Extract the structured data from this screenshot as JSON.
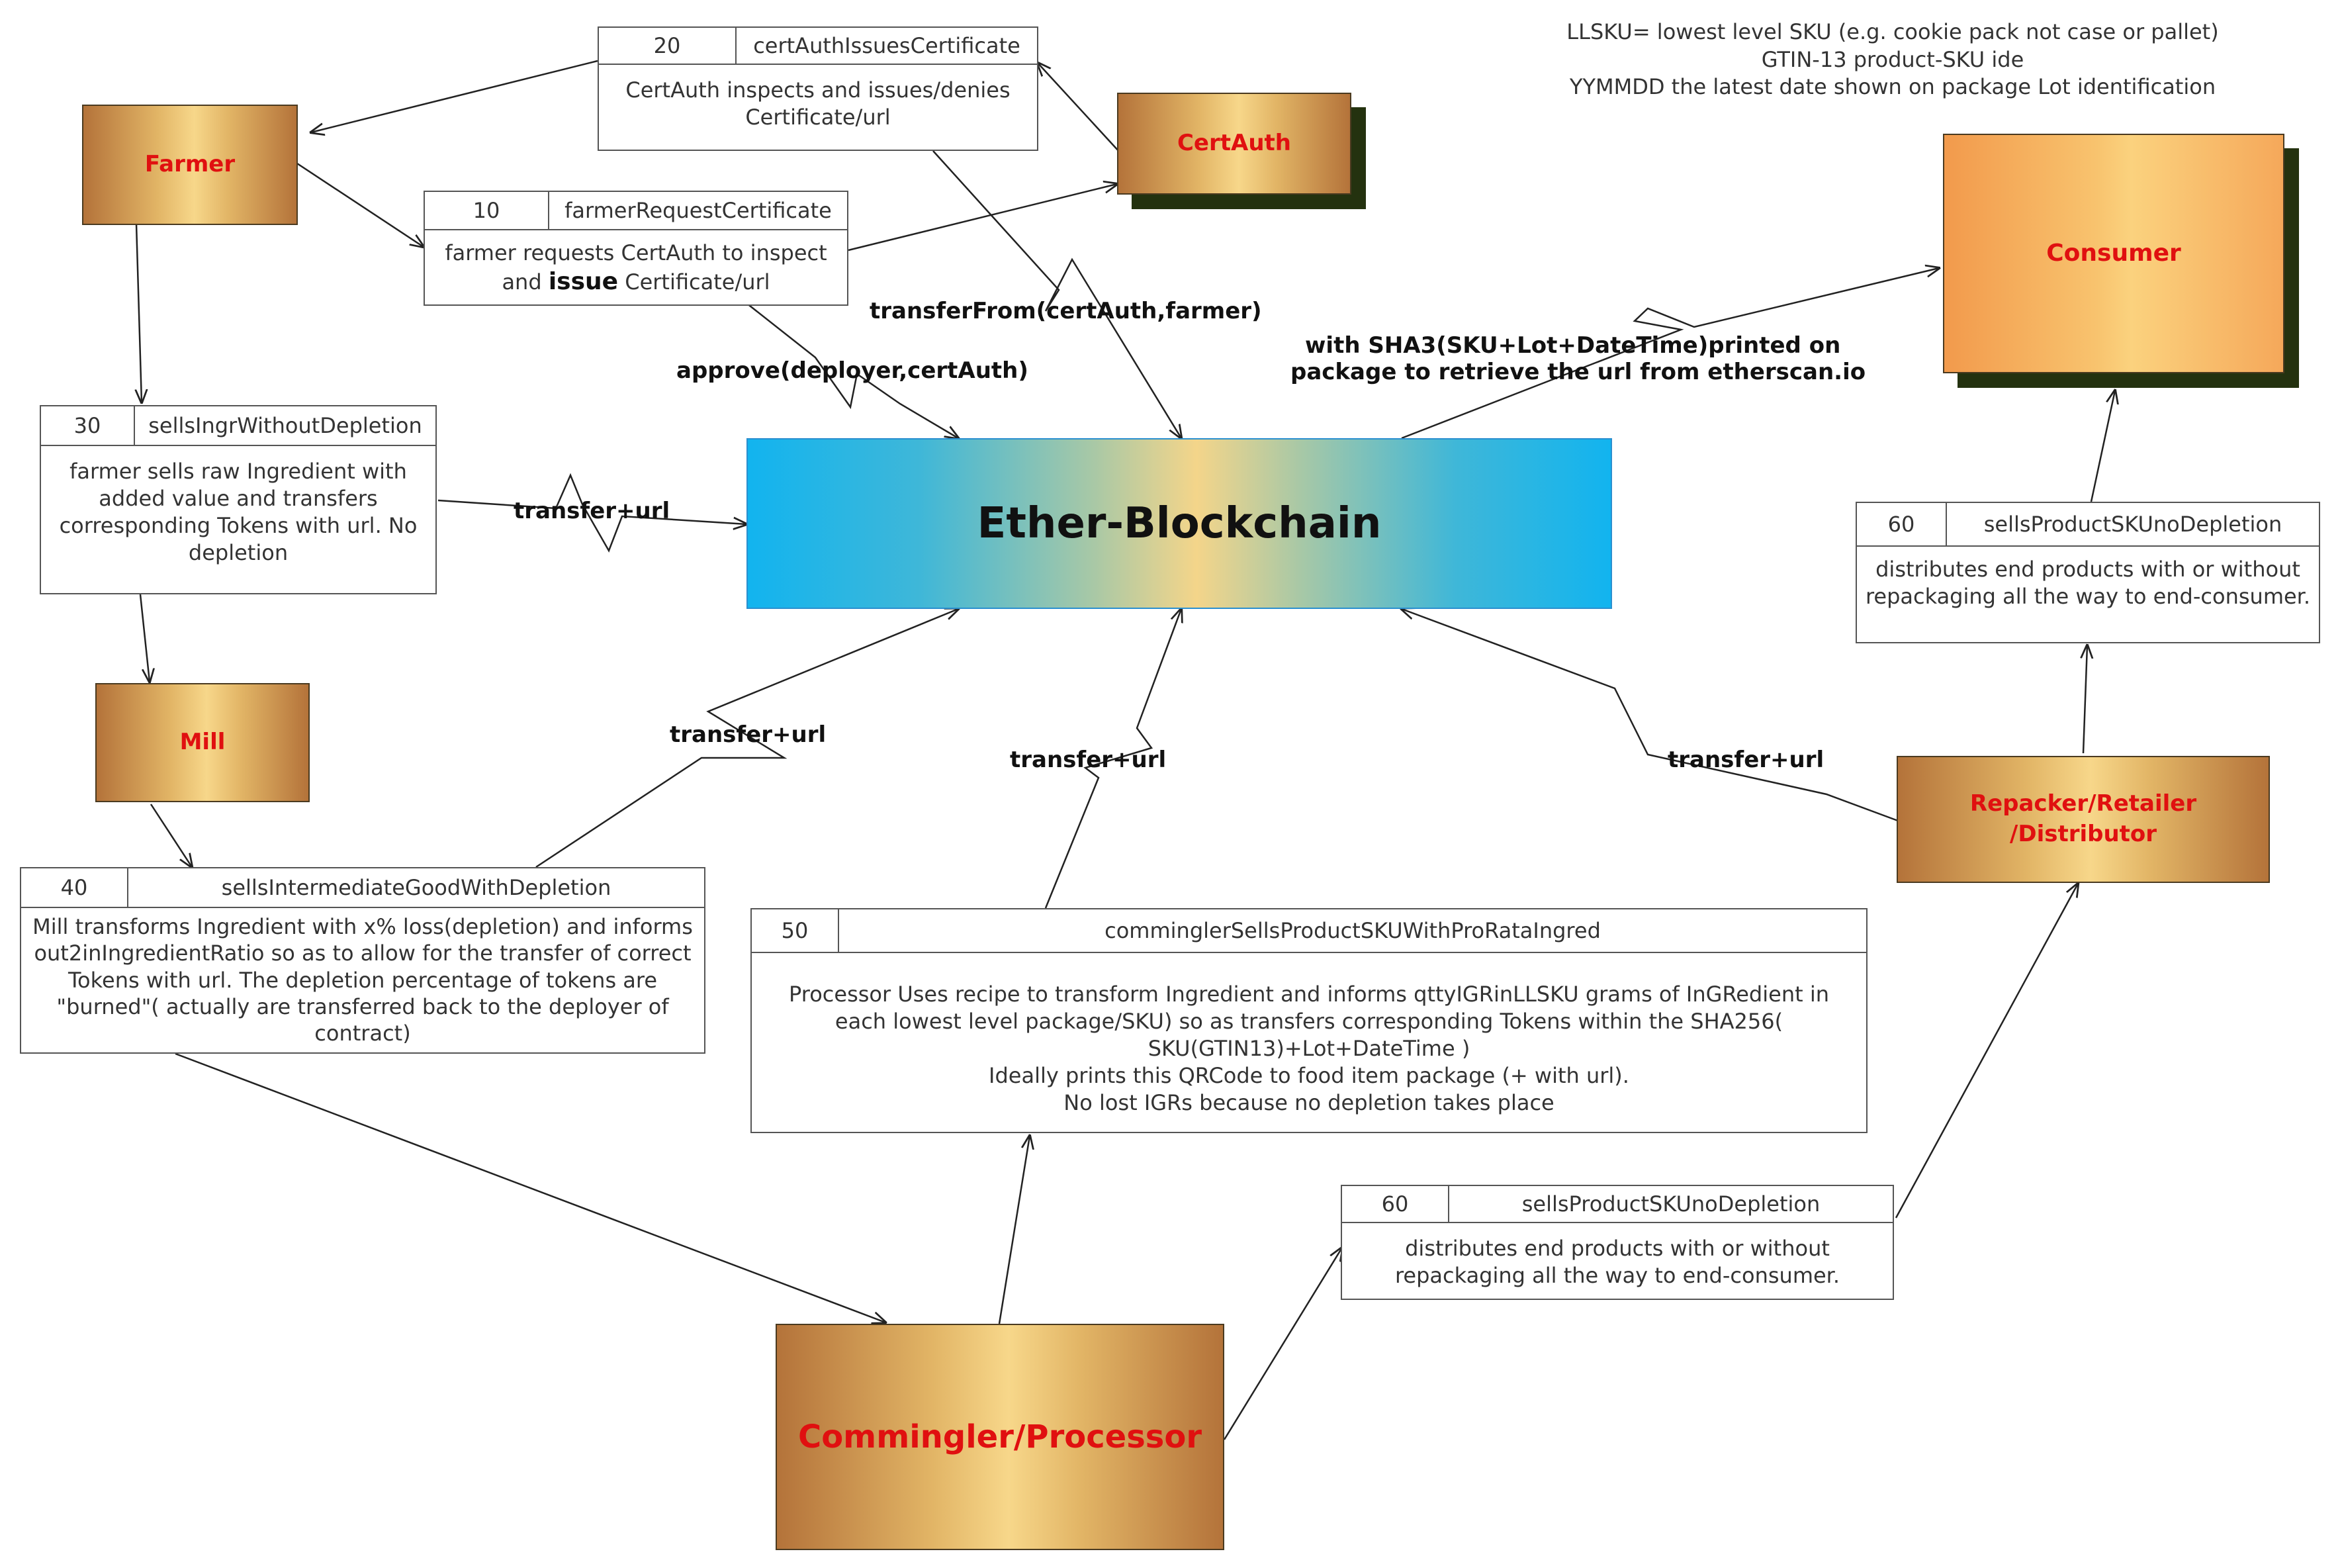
{
  "legend": {
    "line1": "LLSKU= lowest level SKU (e.g. cookie pack not case or pallet)",
    "line2": "GTIN-13 product-SKU ide",
    "line3": "YYMMDD the latest date shown on package Lot identification"
  },
  "actors": {
    "farmer": "Farmer",
    "certauth": "CertAuth",
    "mill": "Mill",
    "consumer": "Consumer",
    "repacker": "Repacker/Retailer\n/Distributor",
    "processor": "Commingler/Processor"
  },
  "blockchain": {
    "title": "Ether-Blockchain"
  },
  "cards": {
    "c20": {
      "num": "20",
      "fn": "certAuthIssuesCertificate",
      "body": "CertAuth inspects and issues/denies Certificate/url"
    },
    "c10": {
      "num": "10",
      "fn": "farmerRequestCertificate",
      "body_pre": "farmer requests CertAuth to inspect and ",
      "body_bold": "issue",
      "body_post": " Certificate/url"
    },
    "c30": {
      "num": "30",
      "fn": "sellsIngrWithoutDepletion",
      "body": "farmer sells raw Ingredient with added value and transfers corresponding Tokens with url. No depletion"
    },
    "c40": {
      "num": "40",
      "fn": "sellsIntermediateGoodWithDepletion",
      "body": "Mill transforms Ingredient with x% loss(depletion)  and informs out2inIngredientRatio so as to allow for the transfer of correct Tokens with url. The depletion percentage of tokens are \"burned\"( actually are transferred back to the deployer of contract)"
    },
    "c50": {
      "num": "50",
      "fn": "comminglerSellsProductSKUWithProRataIngred",
      "body1": "Processor Uses recipe to transform Ingredient and informs qttyIGRinLLSKU grams of InGRedient in each lowest level package/SKU) so as transfers corresponding Tokens within the SHA256( SKU(GTIN13)+Lot+DateTime )",
      "body2": "Ideally prints this QRCode to food item package (+ with url).",
      "body3": "No lost IGRs because no depletion takes place"
    },
    "c60a": {
      "num": "60",
      "fn": "sellsProductSKUnoDepletion",
      "body": "distributes end products with or without repackaging all  the way to end-consumer."
    },
    "c60b": {
      "num": "60",
      "fn": "sellsProductSKUnoDepletion",
      "body": "distributes end products with or without repackaging all  the way to end-consumer."
    }
  },
  "labels": {
    "transferFrom": "transferFrom(certAuth,farmer)",
    "approve": "approve(deployer,certAuth)",
    "sha_line1": "with SHA3(SKU+Lot+DateTime)printed on",
    "sha_line2": "package to retrieve the url from etherscan.io",
    "transfer_farmer": "transfer+url",
    "transfer_mill": "transfer+url",
    "transfer_processor": "transfer+url",
    "transfer_repacker": "transfer+url"
  }
}
